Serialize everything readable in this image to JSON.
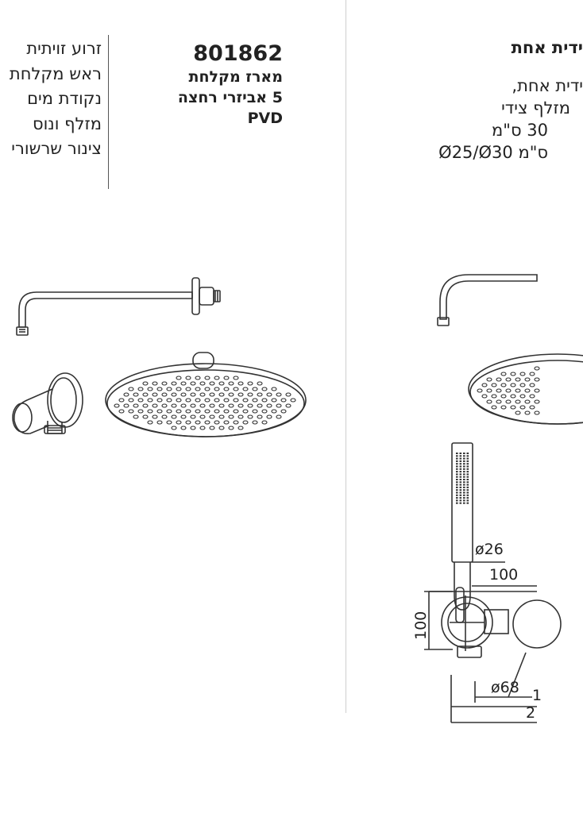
{
  "left_panel": {
    "features": [
      "זרוע זויתית",
      "ראש מקלחת",
      "נקודת מים",
      "מזלף ונוס",
      "צינור שרשורי"
    ],
    "model_number": "801862",
    "model_lines": [
      "מארז מקלחת",
      "5 אביזרי רחצה",
      "PVD"
    ]
  },
  "right_panel": {
    "heading": "ידית אחת",
    "specs": [
      "ידית אחת,",
      "מזלף צידי",
      "30 ס\"מ",
      "Ø25/Ø30 ס\"מ"
    ],
    "dimensions": {
      "handle_diameter": "ø26",
      "width_top": "100",
      "height_left": "100",
      "body_diameter": "ø68",
      "width_mid": "1",
      "width_bottom": "2"
    }
  },
  "colors": {
    "text": "#222222",
    "line": "#333333",
    "divider": "#cfcfcf"
  }
}
